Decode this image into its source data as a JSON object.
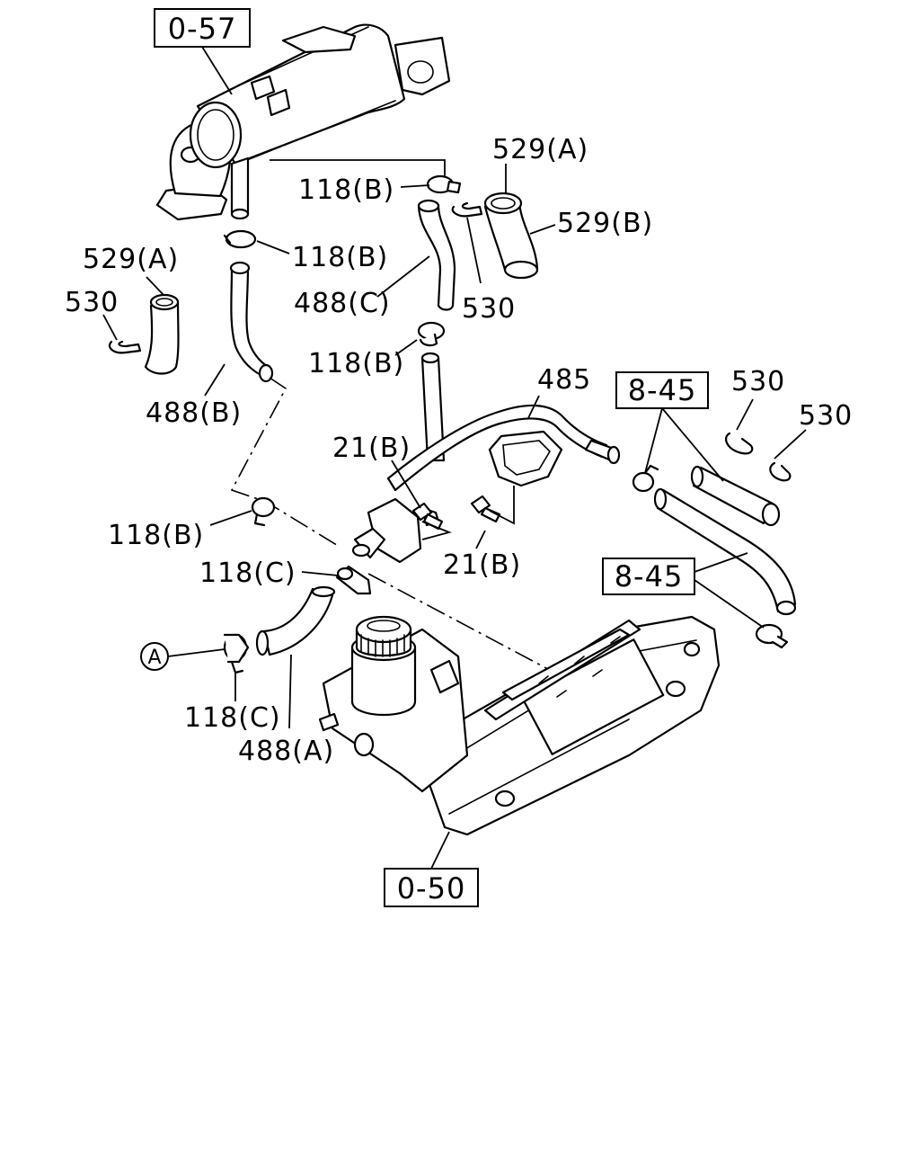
{
  "refs": {
    "egr_cooler": "0-57",
    "oil_cooler": "0-50",
    "ref_upper": "8-45",
    "ref_lower": "8-45"
  },
  "labels": {
    "clamp_118b_top": "118(B)",
    "clamp_118b_mid_left": "118(B)",
    "clamp_118b_mid_right": "118(B)",
    "clamp_118b_lower_left": "118(B)",
    "clamp_118c_upper": "118(C)",
    "clamp_118c_lower": "118(C)",
    "hose_529a_top": "529(A)",
    "hose_529b": "529(B)",
    "hose_529a_left": "529(A)",
    "clip_530_left": "530",
    "clip_530_center": "530",
    "clip_530_right_a": "530",
    "clip_530_right_b": "530",
    "hose_488a": "488(A)",
    "hose_488b": "488(B)",
    "hose_488c": "488(C)",
    "pipe_485": "485",
    "bolt_21b_upper": "21(B)",
    "bolt_21b_lower": "21(B)",
    "connector_a": "A"
  }
}
